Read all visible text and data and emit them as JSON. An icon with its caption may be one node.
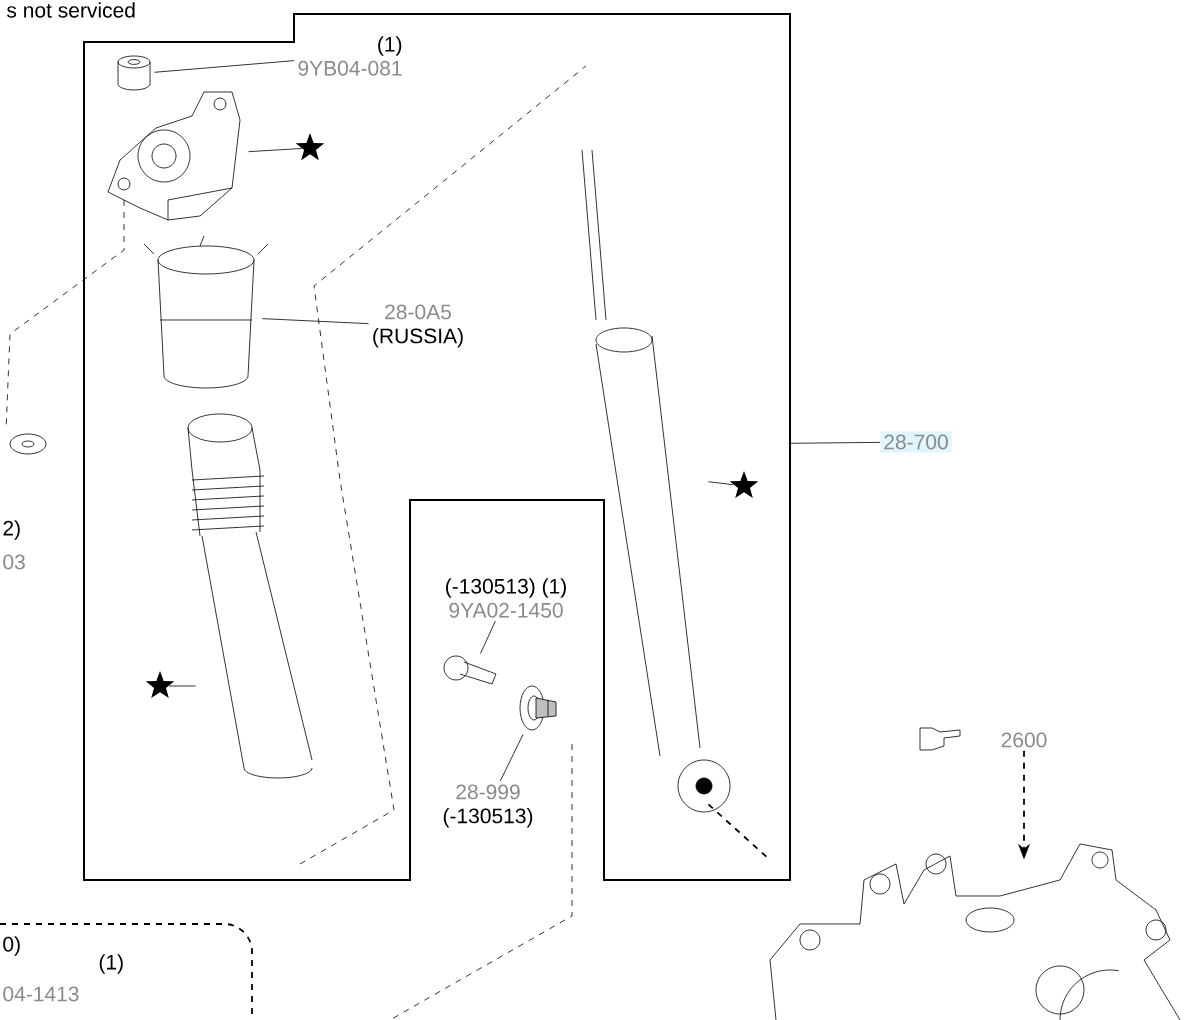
{
  "diagram": {
    "nodes": [
      {
        "text": [],
        "shape": "box"
      },
      {
        "text": [
          "(1)",
          "9YB04-081"
        ],
        "in": 0
      },
      {
        "text": [],
        "shape": "picture",
        "in": 0
      },
      {
        "text": [],
        "shape": "picture",
        "in": 0
      },
      {
        "text": [],
        "shape": "star",
        "in": 0
      },
      {
        "text": [
          "28-0A5",
          "(RUSSIA)"
        ],
        "in": 0
      },
      {
        "text": [],
        "shape": "picture",
        "in": 0
      },
      {
        "text": [],
        "shape": "picture",
        "in": 0
      },
      {
        "text": [],
        "shape": "star",
        "in": 0
      },
      {
        "text": [],
        "shape": "picture",
        "in": 0
      },
      {
        "text": [],
        "shape": "star",
        "in": 0
      },
      {
        "text": [
          "28-700"
        ]
      },
      {
        "text": [
          "(-130513) (1)",
          "9YA02-1450"
        ],
        "in": 0
      },
      {
        "text": [],
        "shape": "picture",
        "in": 0
      },
      {
        "text": [],
        "shape": "picture",
        "in": 0
      },
      {
        "text": [
          "28-999",
          "(-130513)"
        ],
        "in": 0
      },
      {
        "text": [
          "2600"
        ]
      },
      {
        "text": [],
        "shape": "picture"
      }
    ],
    "edges": [
      {
        "from": 1,
        "to": 2,
        "arrow": "none"
      },
      {
        "from": 3,
        "to": 4,
        "arrow": "none"
      },
      {
        "from": 6,
        "to": 5,
        "arrow": "none"
      },
      {
        "from": 8,
        "to": 7,
        "arrow": "none"
      },
      {
        "from": 9,
        "to": 10,
        "arrow": "none"
      },
      {
        "from": 0,
        "to": 11,
        "arrow": "none"
      },
      {
        "from": 12,
        "to": 13,
        "arrow": "none"
      },
      {
        "from": 15,
        "to": 14,
        "arrow": "none"
      },
      {
        "from": 16,
        "to": 17,
        "arrow": "to",
        "style": "dashed"
      },
      {
        "from": 9,
        "to": 17,
        "arrow": "none",
        "style": "dashed"
      }
    ],
    "labels": [
      "s not serviced",
      "2)",
      "03",
      "0)",
      "(1)",
      "04-1413"
    ]
  }
}
